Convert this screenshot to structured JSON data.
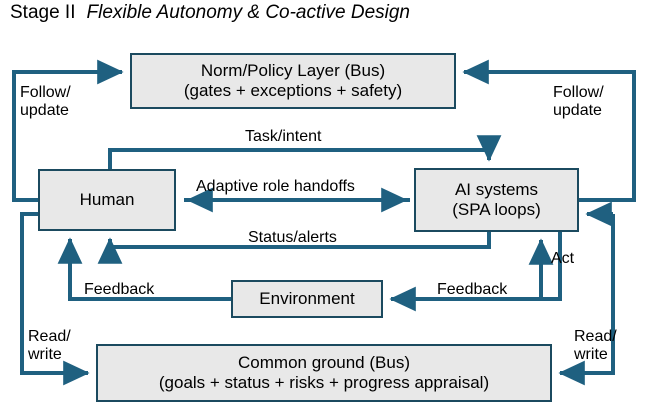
{
  "diagram": {
    "title": {
      "stage": "Stage II",
      "subtitle": "Flexible Autonomy & Co-active Design"
    },
    "colors": {
      "stroke": "#1b4a5f",
      "arrow": "#1f6080",
      "node_fill": "#e8e8e8",
      "text": "#000000",
      "background": "#ffffff"
    },
    "nodes": [
      {
        "id": "norm-policy-layer",
        "line1": "Norm/Policy Layer (Bus)",
        "line2": "(gates + exceptions + safety)"
      },
      {
        "id": "human",
        "line1": "Human",
        "line2": ""
      },
      {
        "id": "ai-systems",
        "line1": "AI systems",
        "line2": "(SPA loops)"
      },
      {
        "id": "environment",
        "line1": "Environment",
        "line2": ""
      },
      {
        "id": "common-ground",
        "line1": "Common ground (Bus)",
        "line2": "(goals + status + risks + progress appraisal)"
      }
    ],
    "edge_labels": {
      "follow_update_left_l1": "Follow/",
      "follow_update_left_l2": "update",
      "follow_update_right_l1": "Follow/",
      "follow_update_right_l2": "update",
      "task_intent": "Task/intent",
      "adaptive_role_handoffs": "Adaptive role handoffs",
      "status_alerts": "Status/alerts",
      "feedback_left": "Feedback",
      "feedback_right": "Feedback",
      "act": "Act",
      "read_write_left_l1": "Read/",
      "read_write_left_l2": "write",
      "read_write_right_l1": "Read/",
      "read_write_right_l2": "write"
    }
  }
}
